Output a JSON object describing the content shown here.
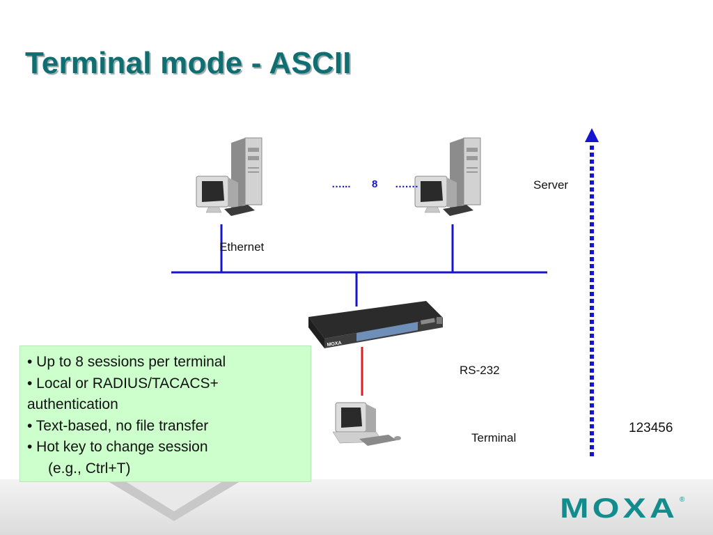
{
  "slide": {
    "title": "Terminal mode - ASCII"
  },
  "diagram": {
    "labels": {
      "server": "Server",
      "ethernet": "Ethernet",
      "rs232": "RS-232",
      "terminal": "Terminal",
      "sequence": "123456"
    },
    "session_dots": {
      "left": "…...",
      "count": "8",
      "right": "….…"
    },
    "device_brand": "MOXA",
    "colors": {
      "network": "#1515d0",
      "serial": "#e01b24",
      "arrow": "#1515d0"
    }
  },
  "info_box": {
    "items": [
      "•  Up to 8 sessions per terminal",
      "•  Local or RADIUS/TACACS+ authentication",
      "•  Text-based, no file transfer",
      "•  Hot key to change session",
      "(e.g., Ctrl+T)"
    ],
    "background": "#ccffcc"
  },
  "footer": {
    "logo": "MOXA",
    "registered": "®"
  }
}
